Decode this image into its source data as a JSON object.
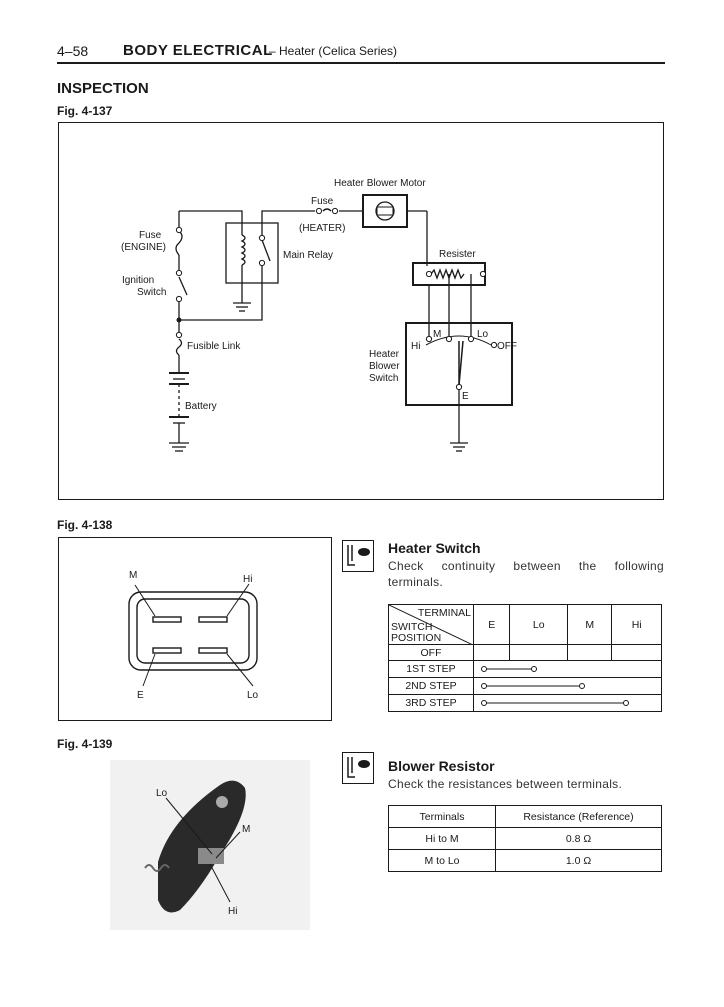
{
  "header": {
    "page_number": "4–58",
    "section": "BODY ELECTRICAL",
    "subtitle": "– Heater (Celica Series)"
  },
  "heading": "INSPECTION",
  "fig137": {
    "label": "Fig. 4-137",
    "labels": {
      "motor": "Heater Blower Motor",
      "fuse": "Fuse",
      "heater": "(HEATER)",
      "fuse_engine_1": "Fuse",
      "fuse_engine_2": "(ENGINE)",
      "main_relay": "Main Relay",
      "ignition_1": "Ignition",
      "ignition_2": "Switch",
      "resister": "Resister",
      "fusible_link": "Fusible Link",
      "hbs_1": "Heater",
      "hbs_2": "Blower",
      "hbs_3": "Switch",
      "battery": "Battery",
      "term_m": "M",
      "term_lo": "Lo",
      "term_hi": "Hi",
      "term_off": "OFF",
      "term_e": "E"
    }
  },
  "fig138": {
    "label": "Fig. 4-138",
    "labels": {
      "m": "M",
      "hi": "Hi",
      "e": "E",
      "lo": "Lo"
    }
  },
  "heater_switch": {
    "title": "Heater Switch",
    "text": "Check continuity between the following terminals.",
    "table": {
      "corner_top": "TERMINAL",
      "corner_bottom_1": "SWITCH",
      "corner_bottom_2": "POSITION",
      "columns": [
        "E",
        "Lo",
        "M",
        "Hi"
      ],
      "rows": [
        {
          "position": "OFF",
          "connected": []
        },
        {
          "position": "1ST STEP",
          "connected": [
            "E",
            "Lo"
          ]
        },
        {
          "position": "2ND STEP",
          "connected": [
            "E",
            "M"
          ]
        },
        {
          "position": "3RD STEP",
          "connected": [
            "E",
            "Hi"
          ]
        }
      ]
    }
  },
  "fig139": {
    "label": "Fig. 4-139",
    "labels": {
      "lo": "Lo",
      "m": "M",
      "hi": "Hi"
    }
  },
  "blower_resistor": {
    "title": "Blower Resistor",
    "text": "Check the resistances between terminals.",
    "table": {
      "headers": [
        "Terminals",
        "Resistance (Reference)"
      ],
      "rows": [
        {
          "terminals": "Hi to M",
          "resistance": "0.8 Ω"
        },
        {
          "terminals": "M to Lo",
          "resistance": "1.0 Ω"
        }
      ]
    }
  }
}
